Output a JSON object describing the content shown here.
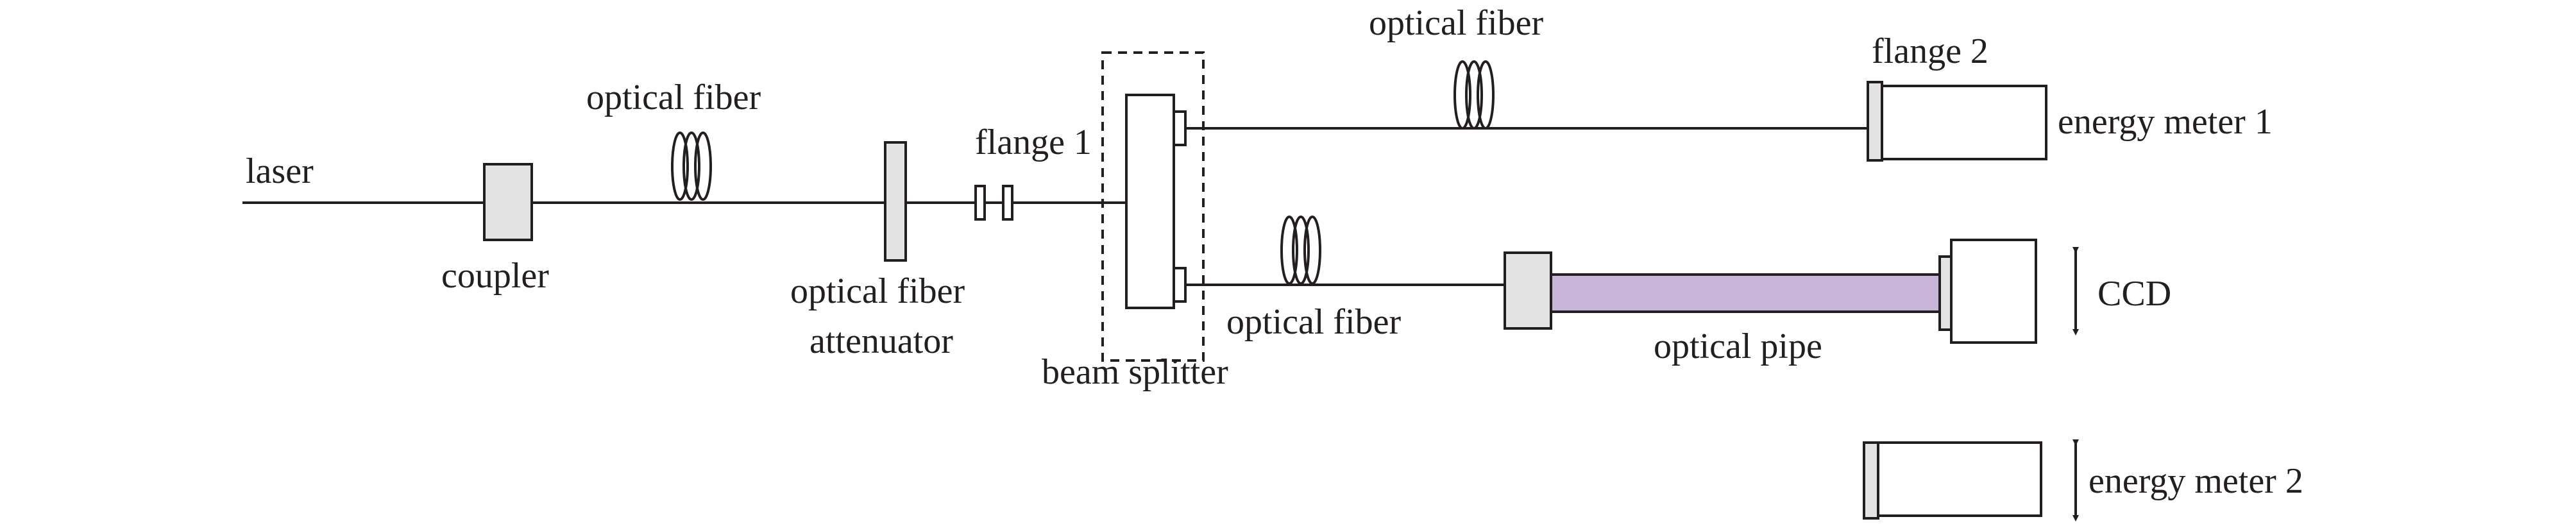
{
  "labels": {
    "laser": "laser",
    "coupler": "coupler",
    "fiber_1": "optical fiber",
    "attenuator_line1": "optical fiber",
    "attenuator_line2": "attenuator",
    "flange_1": "flange 1",
    "beam_splitter": "beam splitter",
    "fiber_2": "optical fiber",
    "fiber_3": "optical fiber",
    "flange_2": "flange 2",
    "energy_meter_1": "energy meter 1",
    "optical_pipe": "optical pipe",
    "ccd": "CCD",
    "energy_meter_2": "energy meter 2"
  },
  "colors": {
    "line": "#231f20",
    "component_fill": "#e3e3e3",
    "optical_pipe_fill": "#c9b5d8"
  }
}
